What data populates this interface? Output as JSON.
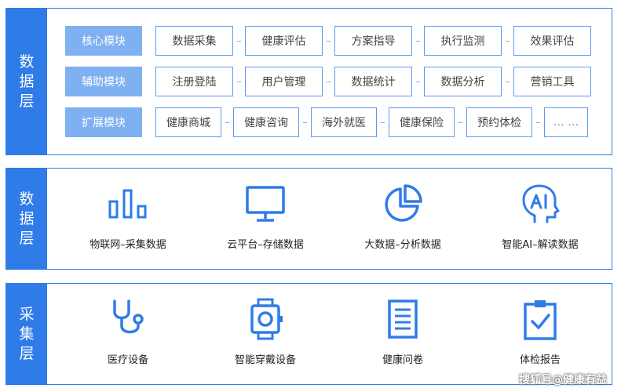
{
  "layers": [
    {
      "label": [
        "数",
        "据",
        "层"
      ],
      "rows": [
        {
          "label": "核心模块",
          "items": [
            "数据采集",
            "健康评估",
            "方案指导",
            "执行监测",
            "效果评估"
          ]
        },
        {
          "label": "辅助模块",
          "items": [
            "注册登陆",
            "用户管理",
            "数据统计",
            "数据分析",
            "营销工具"
          ]
        },
        {
          "label": "扩展模块",
          "items": [
            "健康商城",
            "健康咨询",
            "海外就医",
            "健康保险",
            "预约体检",
            "… …"
          ]
        }
      ]
    },
    {
      "label": [
        "数",
        "据",
        "层"
      ],
      "items": [
        {
          "icon": "bar-chart-icon",
          "caption": "物联网–采集数据"
        },
        {
          "icon": "monitor-icon",
          "caption": "云平台–存储数据"
        },
        {
          "icon": "pie-chart-icon",
          "caption": "大数据–分析数据"
        },
        {
          "icon": "ai-head-icon",
          "caption": "智能AI–解读数据"
        }
      ]
    },
    {
      "label": [
        "采",
        "集",
        "层"
      ],
      "items": [
        {
          "icon": "stethoscope-icon",
          "caption": "医疗设备"
        },
        {
          "icon": "smartwatch-icon",
          "caption": "智能穿戴设备"
        },
        {
          "icon": "document-icon",
          "caption": "健康问卷"
        },
        {
          "icon": "clipboard-check-icon",
          "caption": "体检报告"
        }
      ]
    }
  ],
  "watermark": "搜狐号@健康有益",
  "colors": {
    "primary": "#2f7ce8",
    "module_label": "#7fb0f1",
    "chip_border": "#5a9af0"
  }
}
